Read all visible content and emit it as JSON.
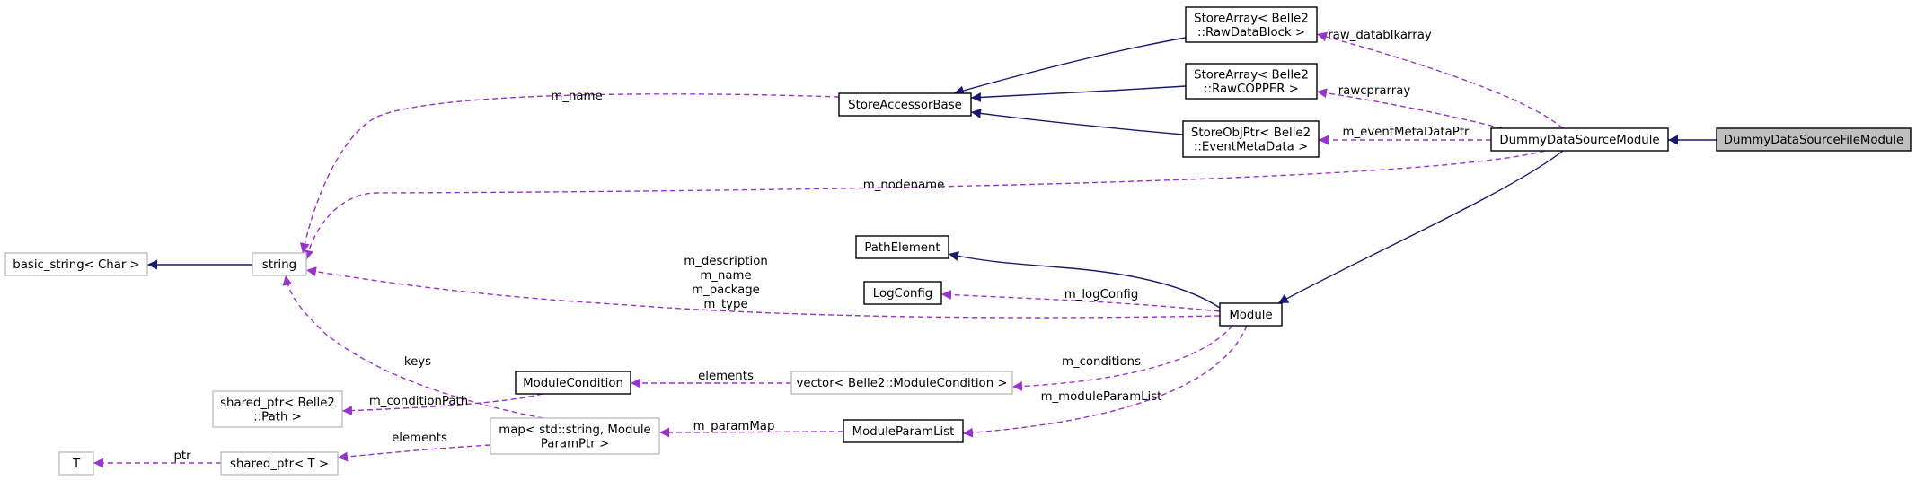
{
  "colors": {
    "inherit": "#191970",
    "usage": "#9a32cd",
    "documented_border": "#000000",
    "undocumented_border": "#bfbfbf",
    "focus_fill": "#bfbfbf",
    "fill": "#ffffff"
  },
  "nodes": [
    {
      "id": "focus",
      "lines": [
        "DummyDataSourceFileModule"
      ],
      "style": "focus"
    },
    {
      "id": "dds",
      "lines": [
        "DummyDataSourceModule"
      ],
      "style": "documented"
    },
    {
      "id": "rawdatablock",
      "lines": [
        "StoreArray< Belle2",
        "::RawDataBlock >"
      ],
      "style": "documented"
    },
    {
      "id": "rawcopper",
      "lines": [
        "StoreArray< Belle2",
        "::RawCOPPER >"
      ],
      "style": "documented"
    },
    {
      "id": "eventmeta",
      "lines": [
        "StoreObjPtr< Belle2",
        "::EventMetaData >"
      ],
      "style": "documented"
    },
    {
      "id": "storeaccessor",
      "lines": [
        "StoreAccessorBase"
      ],
      "style": "documented"
    },
    {
      "id": "module",
      "lines": [
        "Module"
      ],
      "style": "documented"
    },
    {
      "id": "pathelement",
      "lines": [
        "PathElement"
      ],
      "style": "documented"
    },
    {
      "id": "logconfig",
      "lines": [
        "LogConfig"
      ],
      "style": "documented"
    },
    {
      "id": "string",
      "lines": [
        "string"
      ],
      "style": "undocumented"
    },
    {
      "id": "basicstring",
      "lines": [
        "basic_string< Char >"
      ],
      "style": "undocumented"
    },
    {
      "id": "vectormc",
      "lines": [
        "vector< Belle2::ModuleCondition >"
      ],
      "style": "undocumented"
    },
    {
      "id": "modulecondition",
      "lines": [
        "ModuleCondition"
      ],
      "style": "documented"
    },
    {
      "id": "sharedpath",
      "lines": [
        "shared_ptr< Belle2",
        "::Path >"
      ],
      "style": "undocumented"
    },
    {
      "id": "mapparam",
      "lines": [
        "map< std::string, Module",
        "ParamPtr >"
      ],
      "style": "undocumented"
    },
    {
      "id": "moduleparamlist",
      "lines": [
        "ModuleParamList"
      ],
      "style": "documented"
    },
    {
      "id": "sharedT",
      "lines": [
        "shared_ptr< T >"
      ],
      "style": "undocumented"
    },
    {
      "id": "T",
      "lines": [
        "T"
      ],
      "style": "undocumented"
    }
  ],
  "edges": [
    {
      "id": "e-focus-dds",
      "kind": "inherit",
      "from": "focus",
      "to": "dds",
      "labels": []
    },
    {
      "id": "e-rdb-sab",
      "kind": "inherit",
      "from": "rawdatablock",
      "to": "storeaccessor",
      "labels": []
    },
    {
      "id": "e-rc-sab",
      "kind": "inherit",
      "from": "rawcopper",
      "to": "storeaccessor",
      "labels": []
    },
    {
      "id": "e-em-sab",
      "kind": "inherit",
      "from": "eventmeta",
      "to": "storeaccessor",
      "labels": []
    },
    {
      "id": "e-dds-module",
      "kind": "inherit",
      "from": "dds",
      "to": "module",
      "labels": []
    },
    {
      "id": "e-module-pe",
      "kind": "inherit",
      "from": "module",
      "to": "pathelement",
      "labels": []
    },
    {
      "id": "e-string-bs",
      "kind": "inherit",
      "from": "string",
      "to": "basicstring",
      "labels": []
    },
    {
      "id": "e-dds-rdb",
      "kind": "usage",
      "from": "dds",
      "to": "rawdatablock",
      "labels": [
        "raw_datablkarray"
      ]
    },
    {
      "id": "e-dds-rc",
      "kind": "usage",
      "from": "dds",
      "to": "rawcopper",
      "labels": [
        "rawcprarray"
      ]
    },
    {
      "id": "e-dds-em",
      "kind": "usage",
      "from": "dds",
      "to": "eventmeta",
      "labels": [
        "m_eventMetaDataPtr"
      ]
    },
    {
      "id": "e-sab-string",
      "kind": "usage",
      "from": "storeaccessor",
      "to": "string",
      "labels": [
        "m_name"
      ]
    },
    {
      "id": "e-dds-string",
      "kind": "usage",
      "from": "dds",
      "to": "string",
      "labels": [
        "m_nodename"
      ]
    },
    {
      "id": "e-module-string",
      "kind": "usage",
      "from": "module",
      "to": "string",
      "labels": [
        "m_description",
        "m_name",
        "m_package",
        "m_type"
      ]
    },
    {
      "id": "e-map-string",
      "kind": "usage",
      "from": "mapparam",
      "to": "string",
      "labels": [
        "keys"
      ]
    },
    {
      "id": "e-module-log",
      "kind": "usage",
      "from": "module",
      "to": "logconfig",
      "labels": [
        "m_logConfig"
      ]
    },
    {
      "id": "e-module-vec",
      "kind": "usage",
      "from": "module",
      "to": "vectormc",
      "labels": [
        "m_conditions"
      ]
    },
    {
      "id": "e-vec-mc",
      "kind": "usage",
      "from": "vectormc",
      "to": "modulecondition",
      "labels": [
        "elements"
      ]
    },
    {
      "id": "e-mc-sp",
      "kind": "usage",
      "from": "modulecondition",
      "to": "sharedpath",
      "labels": [
        "m_conditionPath"
      ]
    },
    {
      "id": "e-module-mpl",
      "kind": "usage",
      "from": "module",
      "to": "moduleparamlist",
      "labels": [
        "m_moduleParamList"
      ]
    },
    {
      "id": "e-mpl-map",
      "kind": "usage",
      "from": "moduleparamlist",
      "to": "mapparam",
      "labels": [
        "m_paramMap"
      ]
    },
    {
      "id": "e-map-sT",
      "kind": "usage",
      "from": "mapparam",
      "to": "sharedT",
      "labels": [
        "elements"
      ]
    },
    {
      "id": "e-sT-T",
      "kind": "usage",
      "from": "sharedT",
      "to": "T",
      "labels": [
        "ptr"
      ]
    }
  ]
}
